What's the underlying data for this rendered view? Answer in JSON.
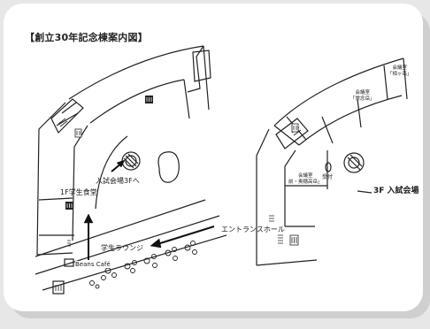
{
  "title": "【創立30年記念棟案内図】",
  "labels": {
    "entrance_3f": "入試会場3Fへ",
    "cafeteria_1f": "1F学生食堂",
    "lounge": "学生ラウンジ",
    "entrance_hall": "エントランスホール",
    "beans_cafe": "Beans Café"
  },
  "floor3": {
    "room_sagamigaoka_name": "会議室",
    "room_sagamigaoka_sub": "「相ヶ岳」",
    "room_jounendake_name": "会議室",
    "room_jounendake_sub": "「常念岳」",
    "room_mae_name": "会議室",
    "room_mae_sub": "前・奥穂高岳」",
    "reception": "受付",
    "exam_venue": "3F 入試会場"
  }
}
